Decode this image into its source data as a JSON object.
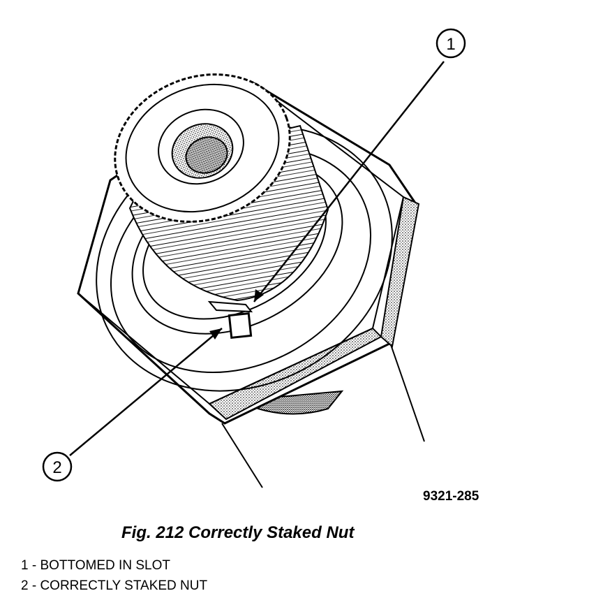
{
  "figure": {
    "id": "9321-285",
    "caption": "Fig. 212 Correctly Staked Nut",
    "callouts": [
      {
        "number": "1"
      },
      {
        "number": "2"
      }
    ],
    "legend": [
      {
        "text": "1 - BOTTOMED IN SLOT"
      },
      {
        "text": "2 - CORRECTLY STAKED NUT"
      }
    ]
  }
}
